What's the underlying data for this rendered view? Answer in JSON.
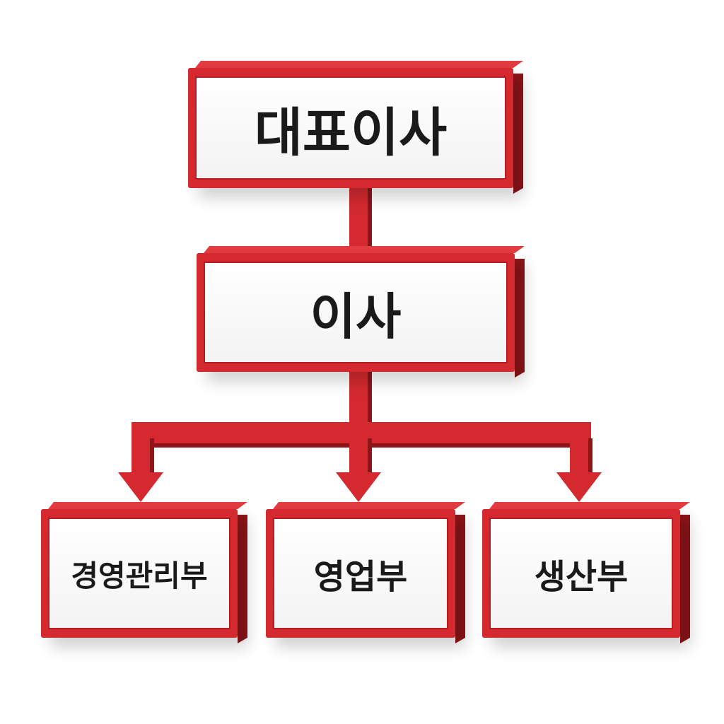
{
  "diagram": {
    "type": "org-chart",
    "colors": {
      "frame": "#d42a2f",
      "frame_dark": "#8e1418",
      "panel": "#ffffff",
      "text": "#1a1a1a"
    },
    "nodes": {
      "ceo": {
        "label": "대표이사"
      },
      "director": {
        "label": "이사"
      },
      "departments": [
        {
          "label": "경영관리부"
        },
        {
          "label": "영업부"
        },
        {
          "label": "생산부"
        }
      ]
    },
    "edges": [
      [
        "대표이사",
        "이사"
      ],
      [
        "이사",
        "경영관리부"
      ],
      [
        "이사",
        "영업부"
      ],
      [
        "이사",
        "생산부"
      ]
    ]
  }
}
